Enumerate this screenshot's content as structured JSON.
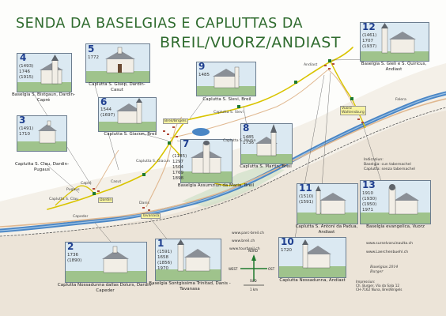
{
  "title_line1": "SENDA DA BASELGIAS E CAPLUTTAS DA",
  "title_line2": "BREIL/VUORZ/ANDIAST",
  "colors": {
    "title": "#2f6b2e",
    "river": "#4a86c5",
    "route": "#d9c400",
    "road": "#e0b890",
    "number": "#1f3f8f",
    "frame": "#6c7d8f"
  },
  "sites": [
    {
      "num": "4",
      "dates": "(1493)\n1746\n(1915)",
      "caption": "Baselgia S. Bistgaun,\nDardin-Capré"
    },
    {
      "num": "5",
      "dates": "1772",
      "caption": "Caplutta S. Gisep,\nDardin-Casut"
    },
    {
      "num": "6",
      "dates": "1544\n(1697)",
      "caption": "Caplutta S. Giacun, Breil"
    },
    {
      "num": "3",
      "dates": "(1491)\n1710",
      "caption": "Caplutta S. Clau,\nDardin-Pugaus"
    },
    {
      "num": "9",
      "dates": "1485",
      "caption": "Caplutta S. Sievi, Breil"
    },
    {
      "num": "7",
      "dates": "(1185)\n1297\n1504\n1769\n1898",
      "caption": "Baselgia Assumziun da Maria, Breil"
    },
    {
      "num": "8",
      "dates": "1485\n1736",
      "caption": "Caplutta S. Martin,\nBreil"
    },
    {
      "num": "12",
      "dates": "(1461)\n1707\n(1937)",
      "caption": "Baselgia S. Gieli e S. Quiricus,\nAndiast"
    },
    {
      "num": "2",
      "dates": "1736\n(1890)",
      "caption": "Caplutta Nossadunna dallas Dolurs,\nDardin-Capeder"
    },
    {
      "num": "1",
      "dates": "(1591)\n1658\n(1856)\n1970",
      "caption": "Baselgia Sontgissima Trinitad,\nDanis - Tavanasa"
    },
    {
      "num": "10",
      "dates": "1720",
      "caption": "Caplutta Nossadunna,\nAndiast"
    },
    {
      "num": "11",
      "dates": "(1510)\n(1591)",
      "caption": "Caplutta S. Antoni da Padua,\nAndiast"
    },
    {
      "num": "13",
      "dates": "1910\n(1930)\n(1950)\n1971",
      "caption": "Baselgia evangelica, Vuorz"
    }
  ],
  "places": {
    "andiast": "Andiast",
    "waltensburg": "Vuorz\nWaltensburg",
    "breil": "Breil/Brigels",
    "danis": "Danis",
    "tavanasa": "Tavanasa",
    "dardin": "Dardin",
    "capeder": "Capeder",
    "casut": "Casut",
    "capre": "Capré",
    "pugaus": "Pugaus",
    "caplutta_s_sievi": "Caplutta S. Sievi",
    "caplutta_s_clau": "Caplutta S. Clau",
    "caplutta_s_martin": "Caplutta S. Martin",
    "caplutta_s_giacun": "Caplutta S. Giacun",
    "falera": "Falera"
  },
  "legend": {
    "line1": "Indicaziun:",
    "line2": "Baselgia: cun tabernachel",
    "line3": "Caplutta: senza tabernachel"
  },
  "compass": {
    "north": "NORD",
    "south": "SUD",
    "west": "WEST",
    "east": "OST",
    "scale": "1 km"
  },
  "websites": {
    "left1": "www.parc-breil.ch",
    "left2": "www.breil.ch",
    "left3": "www.tourbreil.ch",
    "right1": "www.surselvaruinaulta.ch",
    "right2": "www.Laerchenbuehl.ch"
  },
  "signature": "Baselgias 2014\nBurger",
  "publisher": "Impressiun:\nCh. Burger, Via da Sala 12\nCH-7162 Nuna, Breil/Brigels"
}
